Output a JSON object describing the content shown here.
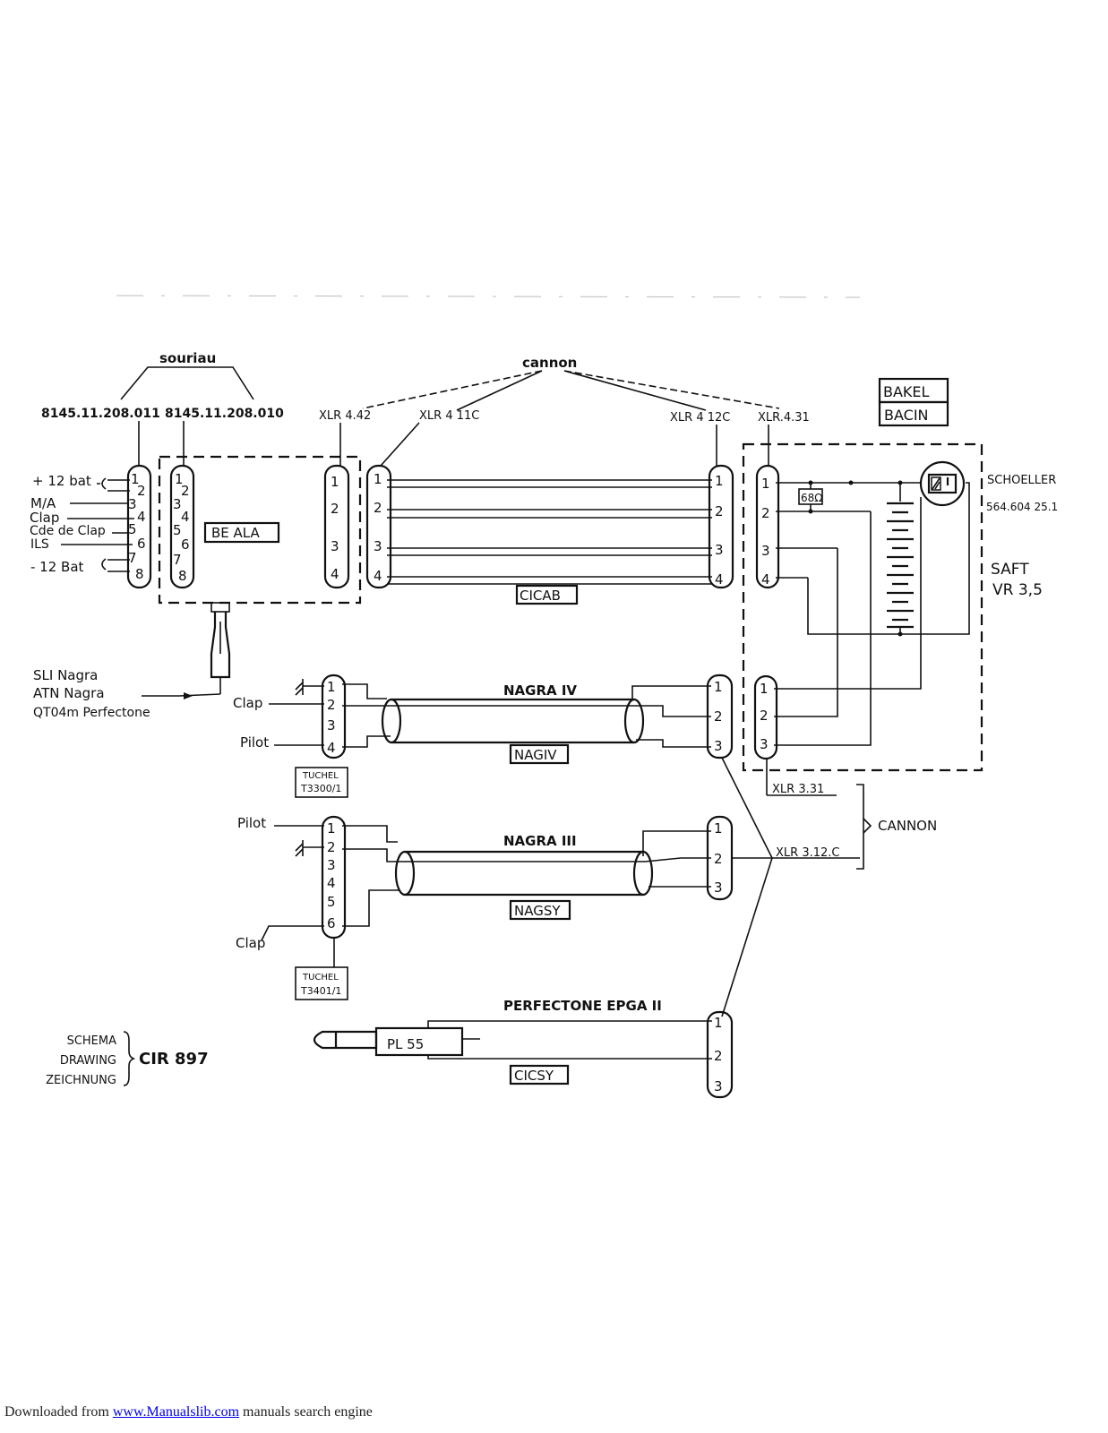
{
  "labels": {
    "souriau": "souriau",
    "cannon_top": "cannon",
    "part_8145_011": "8145.11.208.011",
    "part_8145_010": "8145.11.208.010",
    "xlr_442": "XLR 4.42",
    "xlr_411c": "XLR 4 11C",
    "xlr_412c": "XLR 4 12C",
    "xlr_431": "XLR.4.31",
    "bakel": "BAKEL",
    "bacin": "BACIN",
    "schoeller": "SCHOELLER",
    "schoeller_num": "564.604 25.1",
    "saft": "SAFT",
    "vr35": "VR 3,5",
    "resistor": "68Ω",
    "beala": "BE ALA",
    "cicab": "CICAB",
    "nagra_iv": "NAGRA IV",
    "nagiv": "NAGIV",
    "nagra_iii": "NAGRA III",
    "nagsy": "NAGSY",
    "perfectone": "PERFECTONE EPGA II",
    "cicsy": "CICSY",
    "pl55": "PL 55",
    "tuchel1_a": "TUCHEL",
    "tuchel1_b": "T3300/1",
    "tuchel2_a": "TUCHEL",
    "tuchel2_b": "T3401/1",
    "xlr_331": "XLR 3.31",
    "xlr_312c": "XLR 3.12.C",
    "cannon_right": "CANNON",
    "plus12": "+ 12 bat",
    "ma": "M/A",
    "clap": "Clap",
    "cde_clap": "Cde de Clap",
    "ils": "ILS",
    "minus12": "- 12 Bat",
    "sli": "SLI  Nagra",
    "atn": "ATN  Nagra",
    "qt04": "QT04m Perfectone",
    "clap_iv": "Clap",
    "pilot_iv": "Pilot",
    "pilot_iii": "Pilot",
    "clap_iii": "Clap",
    "schema": "SCHEMA",
    "drawing": "DRAWING",
    "zeichnung": "ZEICHNUNG",
    "cir": "CIR 897"
  },
  "footer": {
    "prefix": "Downloaded from ",
    "link": "www.Manualslib.com",
    "suffix": "  manuals search engine"
  }
}
